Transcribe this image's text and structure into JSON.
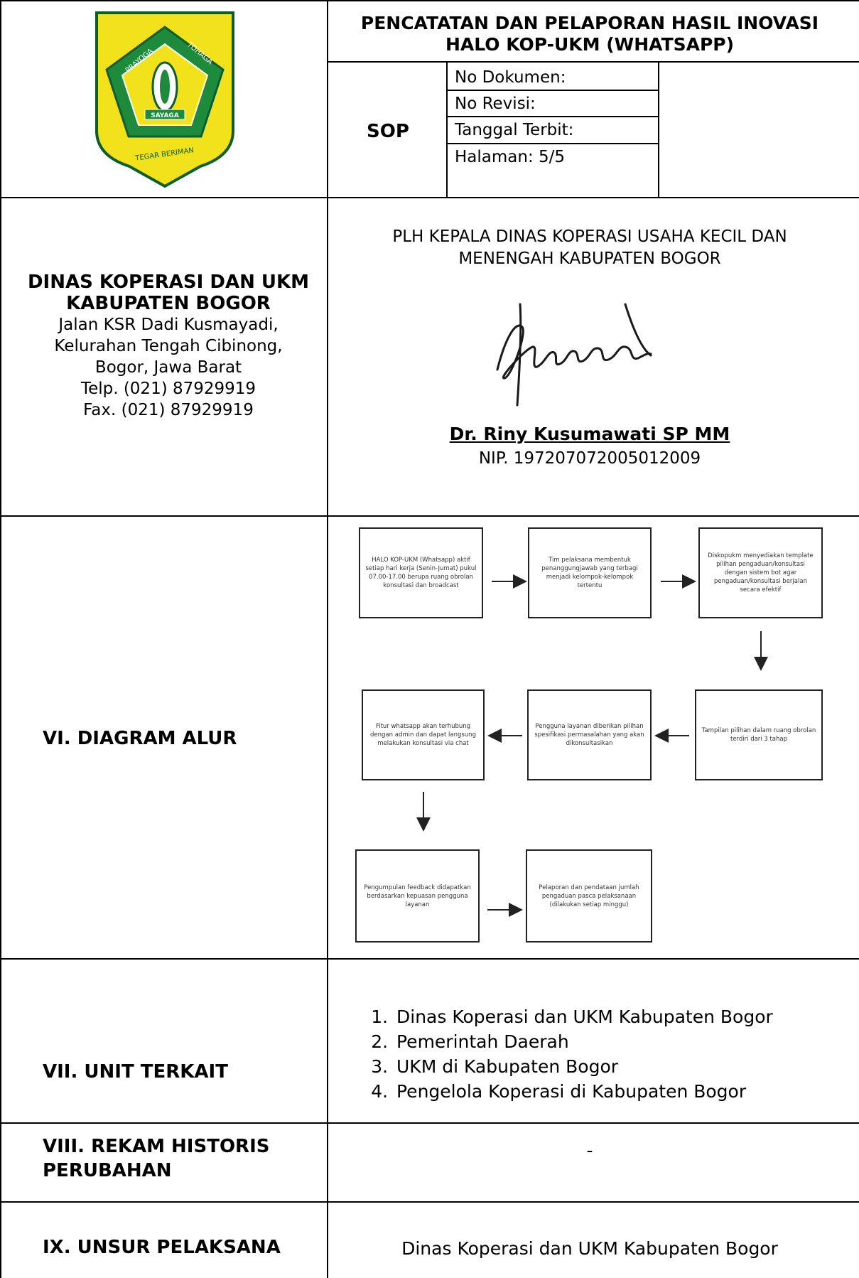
{
  "header": {
    "title_line1": "PENCATATAN DAN PELAPORAN HASIL INOVASI",
    "title_line2": "HALO KOP-UKM (WHATSAPP)",
    "sop_label": "SOP",
    "doc_no": "No Dokumen:",
    "revision": "No Revisi:",
    "issue_date": "Tanggal Terbit:",
    "page": "Halaman: 5/5"
  },
  "logo": {
    "top_left_word": "PRAYOGA",
    "top_right_word": "TOHAGA",
    "center_word": "SAYAGA",
    "motto": "TEGAR BERIMAN",
    "colors": {
      "shield": "#F2E21B",
      "pentagon": "#1E8A3C",
      "outline": "#0B5E2A"
    }
  },
  "department": {
    "name_line1": "DINAS KOPERASI DAN UKM",
    "name_line2": "KABUPATEN BOGOR",
    "address_line1": "Jalan KSR Dadi Kusmayadi,",
    "address_line2": "Kelurahan Tengah Cibinong,",
    "address_line3": "Bogor, Jawa Barat",
    "phone": "Telp. (021) 87929919",
    "fax": "Fax. (021) 87929919"
  },
  "signature": {
    "title_line1": "PLH KEPALA DINAS KOPERASI USAHA KECIL DAN",
    "title_line2": "MENENGAH KABUPATEN BOGOR",
    "name": "Dr. Riny Kusumawati SP MM",
    "nip": "NIP. 197207072005012009"
  },
  "sections": {
    "diagram": "VI. DIAGRAM ALUR",
    "units": "VII. UNIT TERKAIT",
    "history_line1": "VIII.  REKAM  HISTORIS",
    "history_line2": "PERUBAHAN",
    "executor": "IX. UNSUR PELAKSANA"
  },
  "flow": [
    "HALO KOP-UKM (Whatsapp) aktif setiap hari kerja (Senin-Jumat) pukul 07.00-17.00 berupa ruang obrolan konsultasi dan broadcast",
    "Tim pelaksana membentuk penanggungjawab yang terbagi menjadi kelompok-kelompok tertentu",
    "Diskopukm menyediakan template pilihan pengaduan/konsultasi dengan sistem bot agar pengaduan/konsultasi berjalan secara efektif",
    "Tampilan pilihan dalam ruang obrolan terdiri dari 3 tahap",
    "Pengguna layanan diberikan pilihan spesifikasi permasalahan yang akan dikonsultasikan",
    "Fitur whatsapp akan terhubung dengan admin dan dapat langsung melakukan konsultasi via chat",
    "Pengumpulan feedback didapatkan berdasarkan kepuasan pengguna layanan",
    "Pelaporan dan pendataan jumlah pengaduan pasca pelaksanaan (dilakukan setiap minggu)"
  ],
  "units": [
    "Dinas Koperasi dan UKM Kabupaten Bogor",
    "Pemerintah Daerah",
    "UKM di Kabupaten Bogor",
    "Pengelola Koperasi di Kabupaten Bogor"
  ],
  "history_value": "-",
  "executor_value": "Dinas Koperasi dan UKM Kabupaten Bogor"
}
